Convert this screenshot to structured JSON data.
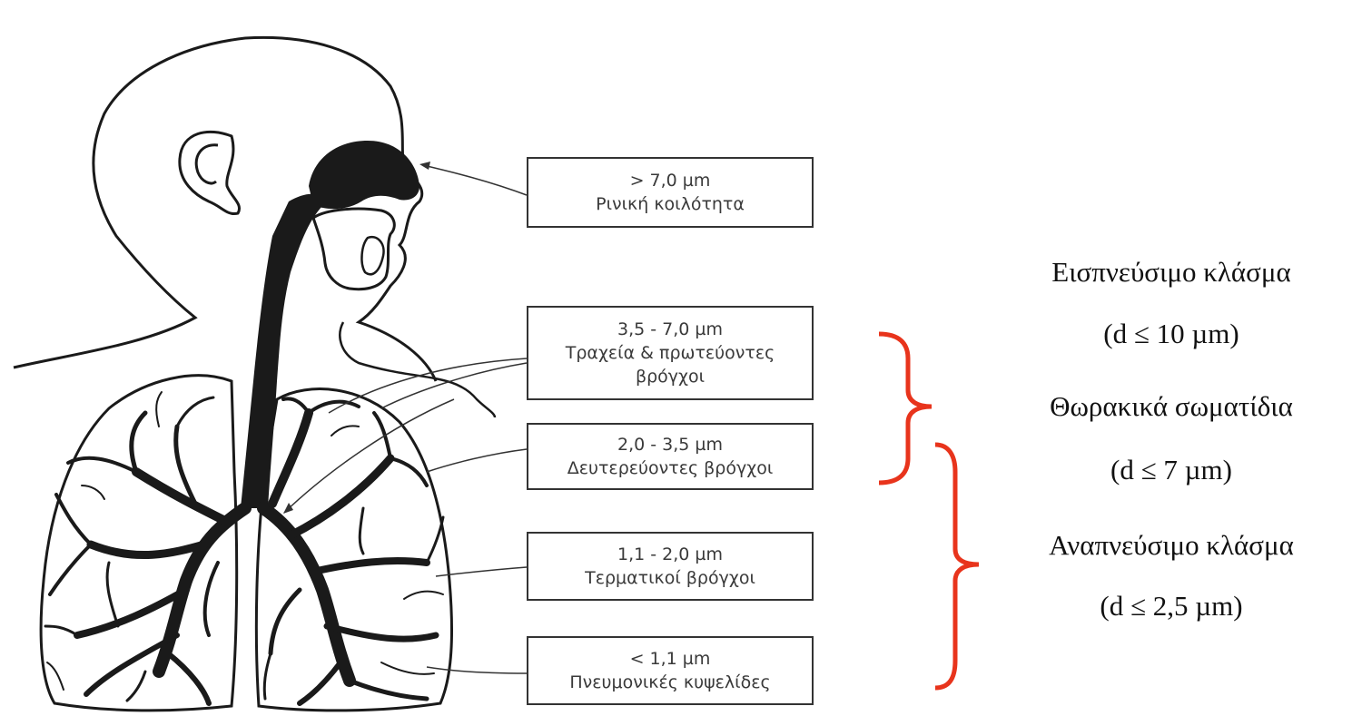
{
  "boxes": [
    {
      "size": "> 7,0 µm",
      "region": "Ρινική κοιλότητα"
    },
    {
      "size": "3,5 - 7,0 µm",
      "region_line1": "Τραχεία & πρωτεύοντες",
      "region_line2": "βρόγχοι"
    },
    {
      "size": "2,0 - 3,5 µm",
      "region": "Δευτερεύοντες βρόγχοι"
    },
    {
      "size": "1,1 - 2,0 µm",
      "region": "Τερματικοί βρόγχοι"
    },
    {
      "size": "< 1,1 µm",
      "region": "Πνευμονικές κυψελίδες"
    }
  ],
  "fractions": [
    {
      "name": "Εισπνεύσιμο κλάσμα",
      "limit": "(d ≤ 10 µm)"
    },
    {
      "name": "Θωρακικά σωματίδια",
      "limit": "(d ≤ 7 µm)"
    },
    {
      "name": "Αναπνεύσιμο κλάσμα",
      "limit": "(d ≤ 2,5 µm)"
    }
  ],
  "colors": {
    "brace": "#e8341c",
    "ink": "#1a1a1a"
  }
}
